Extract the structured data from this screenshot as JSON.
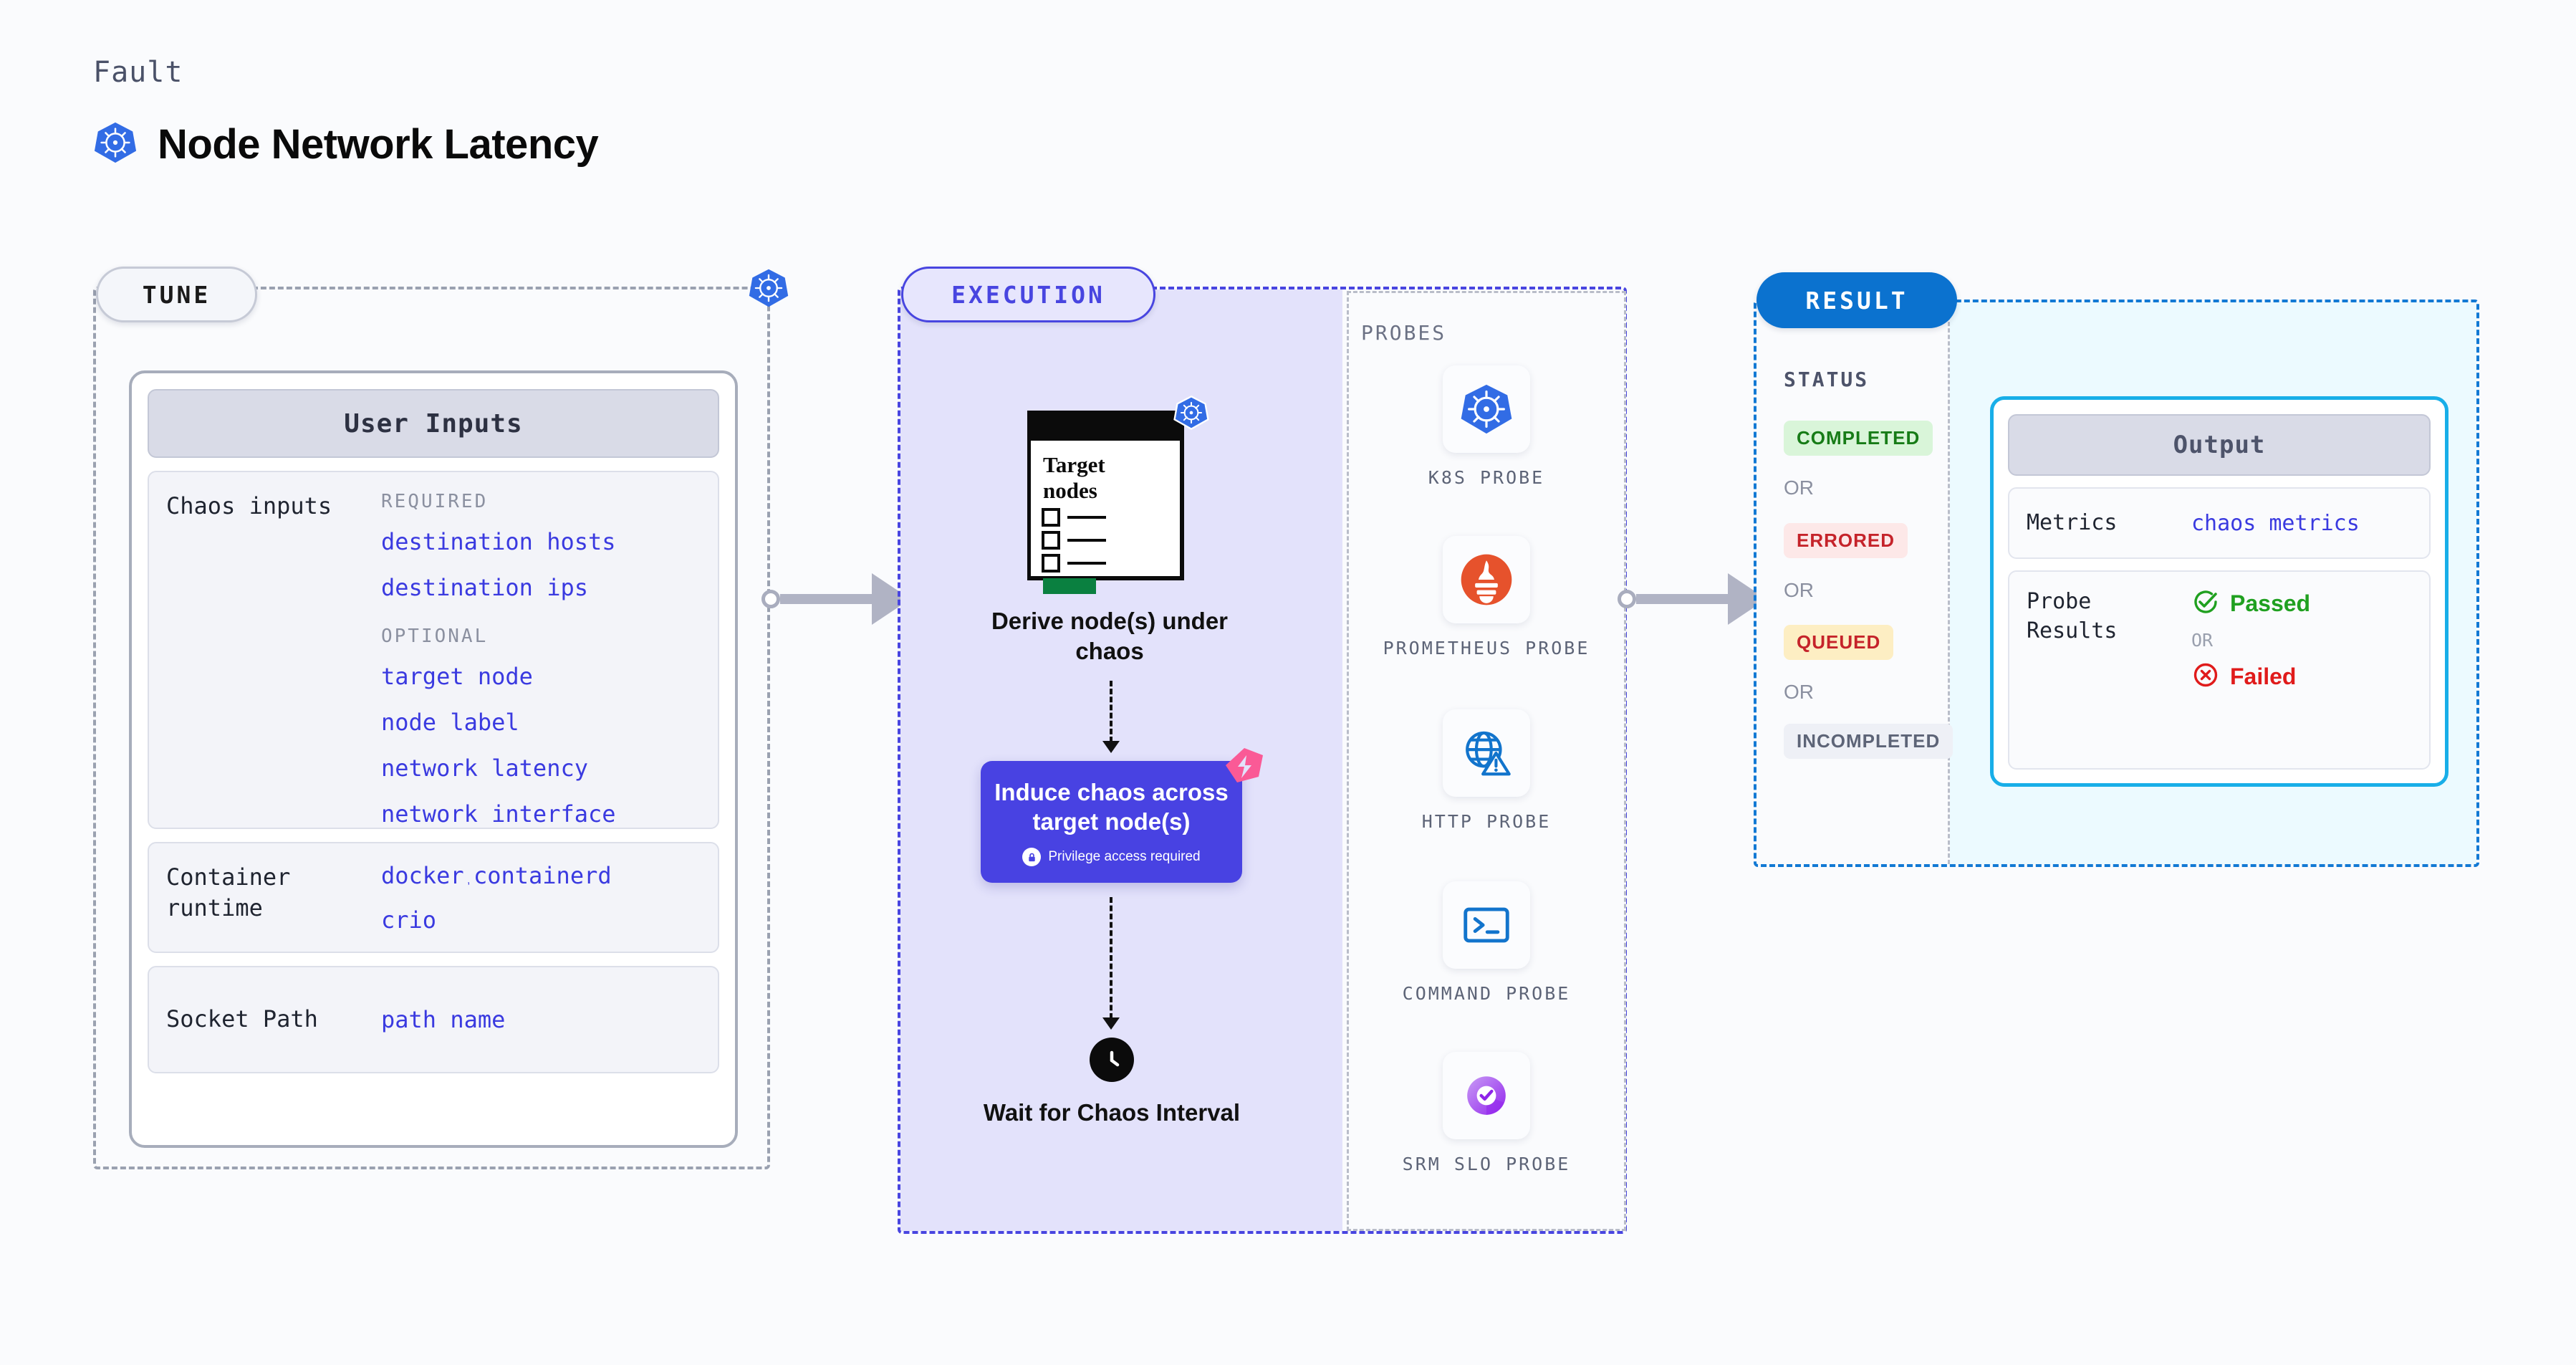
{
  "header": {
    "eyebrow": "Fault",
    "title": "Node Network Latency",
    "icon": "kubernetes-icon"
  },
  "tune": {
    "chip": "TUNE",
    "badge_icon": "kubernetes-icon",
    "card_header": "User Inputs",
    "rows": [
      {
        "label": "Chaos inputs",
        "groups": [
          {
            "title": "REQUIRED",
            "values": [
              "destination hosts",
              "destination ips"
            ]
          },
          {
            "title": "OPTIONAL",
            "values": [
              "target node",
              "node label",
              "network latency",
              "network interface"
            ]
          }
        ]
      },
      {
        "label": "Container runtime",
        "values_line1": [
          "docker",
          "containerd"
        ],
        "separator": ",",
        "values_line2": [
          "crio"
        ]
      },
      {
        "label": "Socket Path",
        "value": "path name"
      }
    ]
  },
  "execution": {
    "chip": "EXECUTION",
    "doc": {
      "title_line1": "Target",
      "title_line2": "nodes",
      "badge_icon": "kubernetes-icon"
    },
    "step1_label": "Derive node(s) under chaos",
    "step2_label": "Induce chaos across target node(s)",
    "step2_privilege": "Privilege access required",
    "step2_privilege_icon": "lock-icon",
    "step2_corner_icon": "chaos-bolt-icon",
    "step3_label": "Wait for Chaos Interval",
    "step3_icon": "clock-icon",
    "probes": {
      "title": "PROBES",
      "items": [
        {
          "label": "K8S PROBE",
          "icon": "kubernetes-icon"
        },
        {
          "label": "PROMETHEUS PROBE",
          "icon": "prometheus-icon"
        },
        {
          "label": "HTTP PROBE",
          "icon": "http-globe-warning-icon"
        },
        {
          "label": "COMMAND PROBE",
          "icon": "terminal-icon"
        },
        {
          "label": "SRM SLO PROBE",
          "icon": "srm-slo-icon"
        }
      ]
    }
  },
  "result": {
    "chip": "RESULT",
    "status_title": "STATUS",
    "or_label": "OR",
    "statuses": [
      {
        "label": "COMPLETED",
        "color": "#177c17",
        "bg": "#d9f5d9"
      },
      {
        "label": "ERRORED",
        "color": "#c5232a",
        "bg": "#fde8e8"
      },
      {
        "label": "QUEUED",
        "color": "#c5232a",
        "bg": "#fdeec3"
      },
      {
        "label": "INCOMPLETED",
        "color": "#5d6477",
        "bg": "#eef0f6"
      }
    ],
    "output": {
      "header": "Output",
      "metrics_label": "Metrics",
      "metrics_value": "chaos metrics",
      "probe_results_label": "Probe Results",
      "passed_label": "Passed",
      "passed_icon": "check-circle-icon",
      "failed_label": "Failed",
      "failed_icon": "x-circle-icon",
      "or_label": "OR"
    }
  },
  "colors": {
    "k8s_blue": "#326ce5",
    "exec_purple": "#4845e0",
    "result_blue": "#1279d4",
    "accent_pink": "#fa5a96",
    "value_blue": "#3a3ae0",
    "pass_green": "#20a020",
    "fail_red": "#e01b1b"
  }
}
